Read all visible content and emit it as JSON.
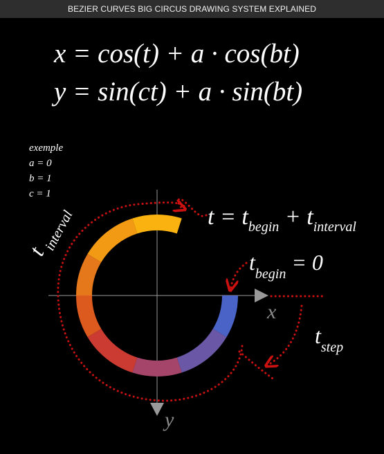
{
  "header": {
    "title": "BEZIER CURVES BIG CIRCUS DRAWING SYSTEM EXPLAINED"
  },
  "equations": {
    "x_eq": "x = cos(t) + a · cos(bt)",
    "y_eq": "y = sin(ct) + a · sin(bt)"
  },
  "example": {
    "heading": "exemple",
    "params": [
      "a = 0",
      "b = 1",
      "c = 1"
    ]
  },
  "labels": {
    "t_interval_t": "t",
    "t_interval_sub": "interval",
    "t_formula": {
      "t1": "t",
      "eq": " = ",
      "t2": "t",
      "sub_begin": "begin",
      "plus": " + ",
      "t3": "t",
      "sub_interval": "interval"
    },
    "t_begin": {
      "t": "t",
      "sub": "begin",
      "eq": " = 0"
    },
    "t_step": {
      "t": "t",
      "sub": "step"
    },
    "x_axis": "x",
    "y_axis": "y"
  },
  "colors": {
    "background": "#000000",
    "arrows": "#cc1111",
    "axes": "#9a9a9a",
    "arc_segments": [
      "#4a63c6",
      "#6a58a6",
      "#a5456a",
      "#cc3b32",
      "#dc5a1e",
      "#e5781a",
      "#f39a15",
      "#f9b20f"
    ]
  }
}
